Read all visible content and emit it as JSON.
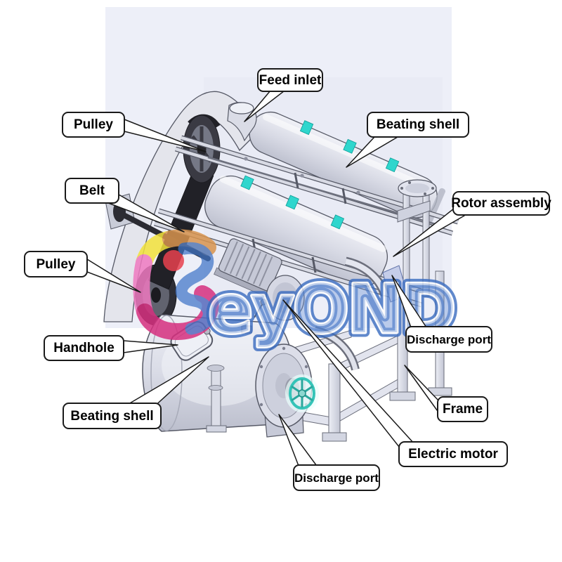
{
  "diagram_type": "labeled machine diagram (beating machine / pulper)",
  "labels": [
    {
      "id": "feed-inlet",
      "text": "Feed inlet"
    },
    {
      "id": "pulley-top",
      "text": "Pulley"
    },
    {
      "id": "beating-shell-top",
      "text": "Beating shell"
    },
    {
      "id": "belt",
      "text": "Belt"
    },
    {
      "id": "rotor-assembly",
      "text": "Rotor assembly"
    },
    {
      "id": "pulley-left",
      "text": "Pulley"
    },
    {
      "id": "handhole",
      "text": "Handhole"
    },
    {
      "id": "discharge-port-right",
      "text": "Discharge port"
    },
    {
      "id": "beating-shell-bottom",
      "text": "Beating shell"
    },
    {
      "id": "frame",
      "text": "Frame"
    },
    {
      "id": "electric-motor",
      "text": "Electric motor"
    },
    {
      "id": "discharge-port-bottom",
      "text": "Discharge port"
    }
  ],
  "watermark": {
    "brand": "Beyond",
    "visible_letters": "eyOND",
    "logo_blue": "#3f74c8",
    "swirl_colors": [
      "#f2e23a",
      "#ef79c0",
      "#d6307f",
      "#e8414e",
      "#d8944e"
    ]
  },
  "colors": {
    "background": "#ffffff",
    "panel": "#edeff8",
    "machine_light": "#e8e9f0",
    "machine_mid": "#cfd1dc",
    "machine_dark": "#b4b6c4",
    "outline": "#565966",
    "pulley_dark": "#2a2a31",
    "accent_cyan": "#2fd6cd",
    "callout_border": "#1a1a1a",
    "callout_bg": "#ffffff"
  }
}
